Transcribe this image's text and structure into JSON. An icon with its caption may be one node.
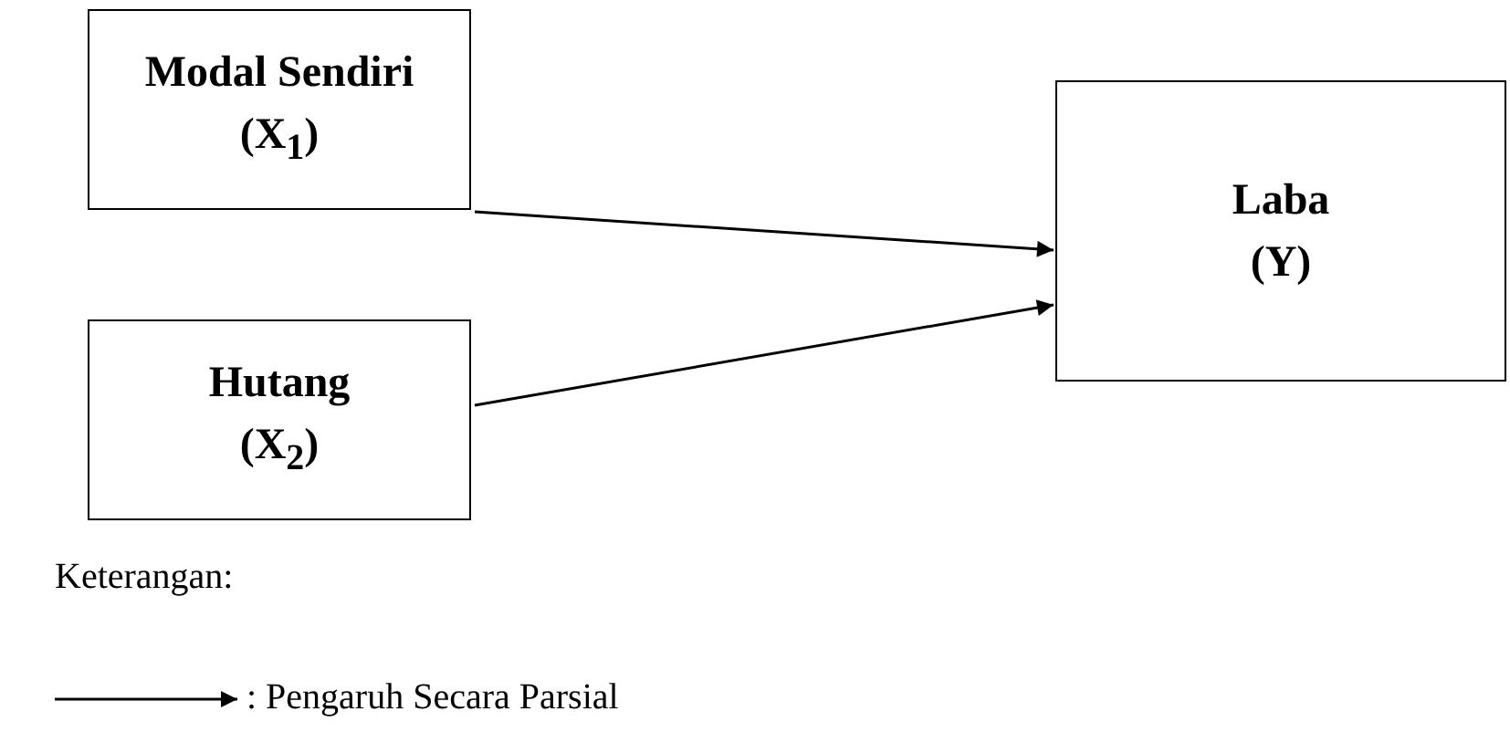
{
  "diagram": {
    "nodes": [
      {
        "text": [
          "Modal Sendiri",
          "(X$_{1}$)"
        ]
      },
      {
        "text": [
          "Hutang",
          "(X$_{2}$)"
        ]
      },
      {
        "text": [
          "Laba",
          "(Y)"
        ]
      }
    ],
    "edges": [
      {
        "from": 0,
        "to": 2,
        "arrow": "to"
      },
      {
        "from": 1,
        "to": 2,
        "arrow": "to"
      }
    ],
    "labels": [
      "Keterangan:"
    ],
    "legend": [
      {
        "text": ": Pengaruh Secara Parsial"
      }
    ]
  }
}
